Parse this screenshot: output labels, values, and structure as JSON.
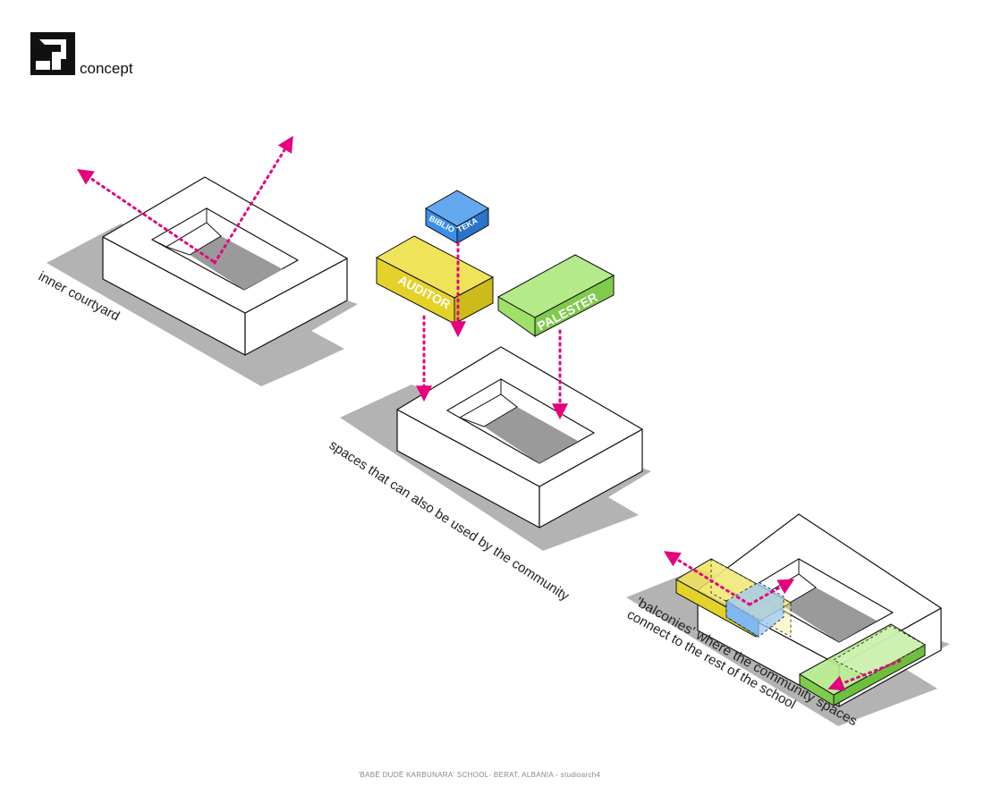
{
  "header": {
    "title": "concept",
    "logo": "studio-logo-mark"
  },
  "diagram": {
    "step1": {
      "caption": "inner courtyard"
    },
    "step2": {
      "caption": "spaces that can also be used by the community",
      "blocks": {
        "biblioteka": {
          "label_left": "BIBLIO",
          "label_right": "TEKA",
          "color": "#2f86e3"
        },
        "auditor": {
          "label": "AUDITOR",
          "color": "#e6d62b"
        },
        "palester": {
          "label": "PALESTER",
          "color": "#8fdc5c"
        }
      }
    },
    "step3": {
      "caption_line1": "'balconies' where the community spaces",
      "caption_line2": "connect to the rest of the school"
    },
    "colors": {
      "arrow": "#e6007e",
      "shadow": "#b3b3b3",
      "courtyard": "#9a9a9a"
    }
  },
  "footer": {
    "credit": "'BABË DUDË KARBUNARA' SCHOOL- BERAT, ALBANIA - studioarch4"
  }
}
